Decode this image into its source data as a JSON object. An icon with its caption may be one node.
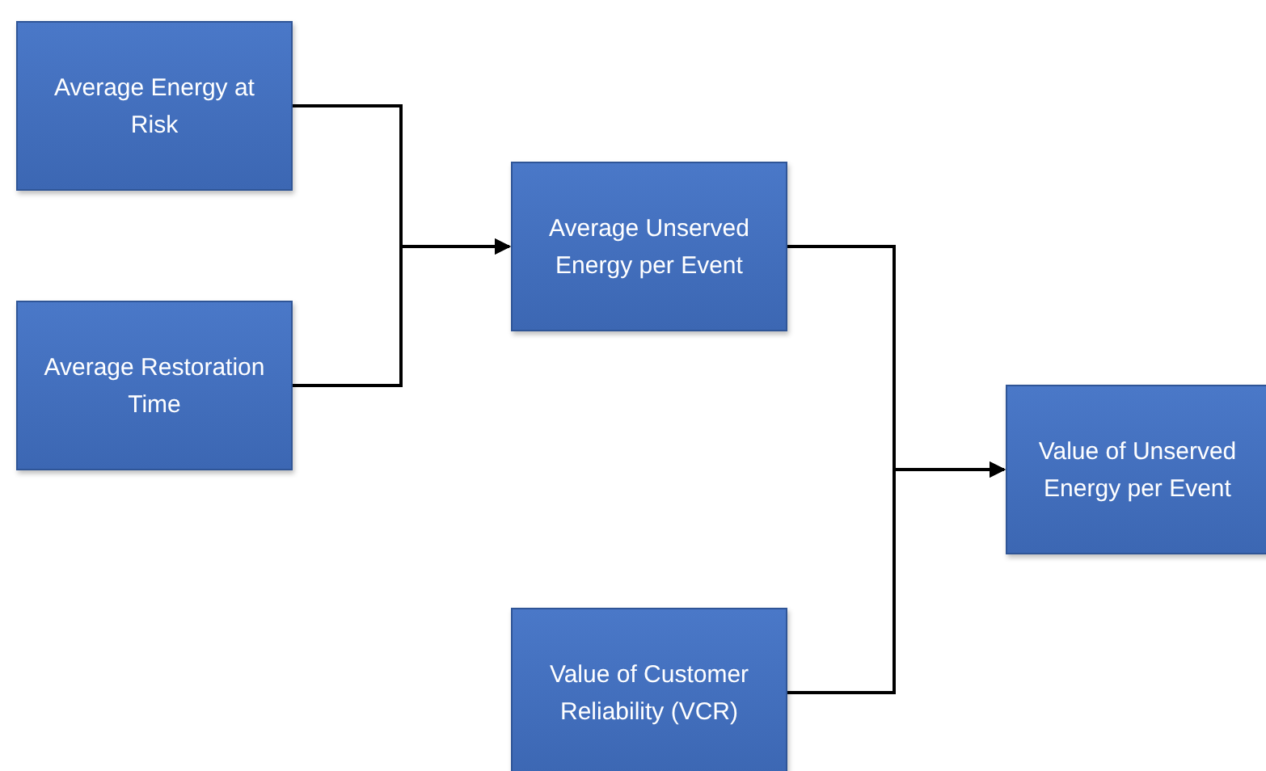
{
  "diagram": {
    "nodes": [
      {
        "text": [
          "Average Energy at Risk"
        ]
      },
      {
        "text": [
          "Average Restoration Time"
        ]
      },
      {
        "text": [
          "Average Unserved Energy per Event"
        ]
      },
      {
        "text": [
          "Value of Customer Reliability (VCR)"
        ]
      },
      {
        "text": [
          "Value of Unserved Energy per Event"
        ]
      }
    ],
    "edges": [
      {
        "from": 0,
        "to": 2,
        "arrow": "to"
      },
      {
        "from": 1,
        "to": 2,
        "arrow": "to"
      },
      {
        "from": 2,
        "to": 4,
        "arrow": "to"
      },
      {
        "from": 3,
        "to": 4,
        "arrow": "to"
      }
    ]
  }
}
